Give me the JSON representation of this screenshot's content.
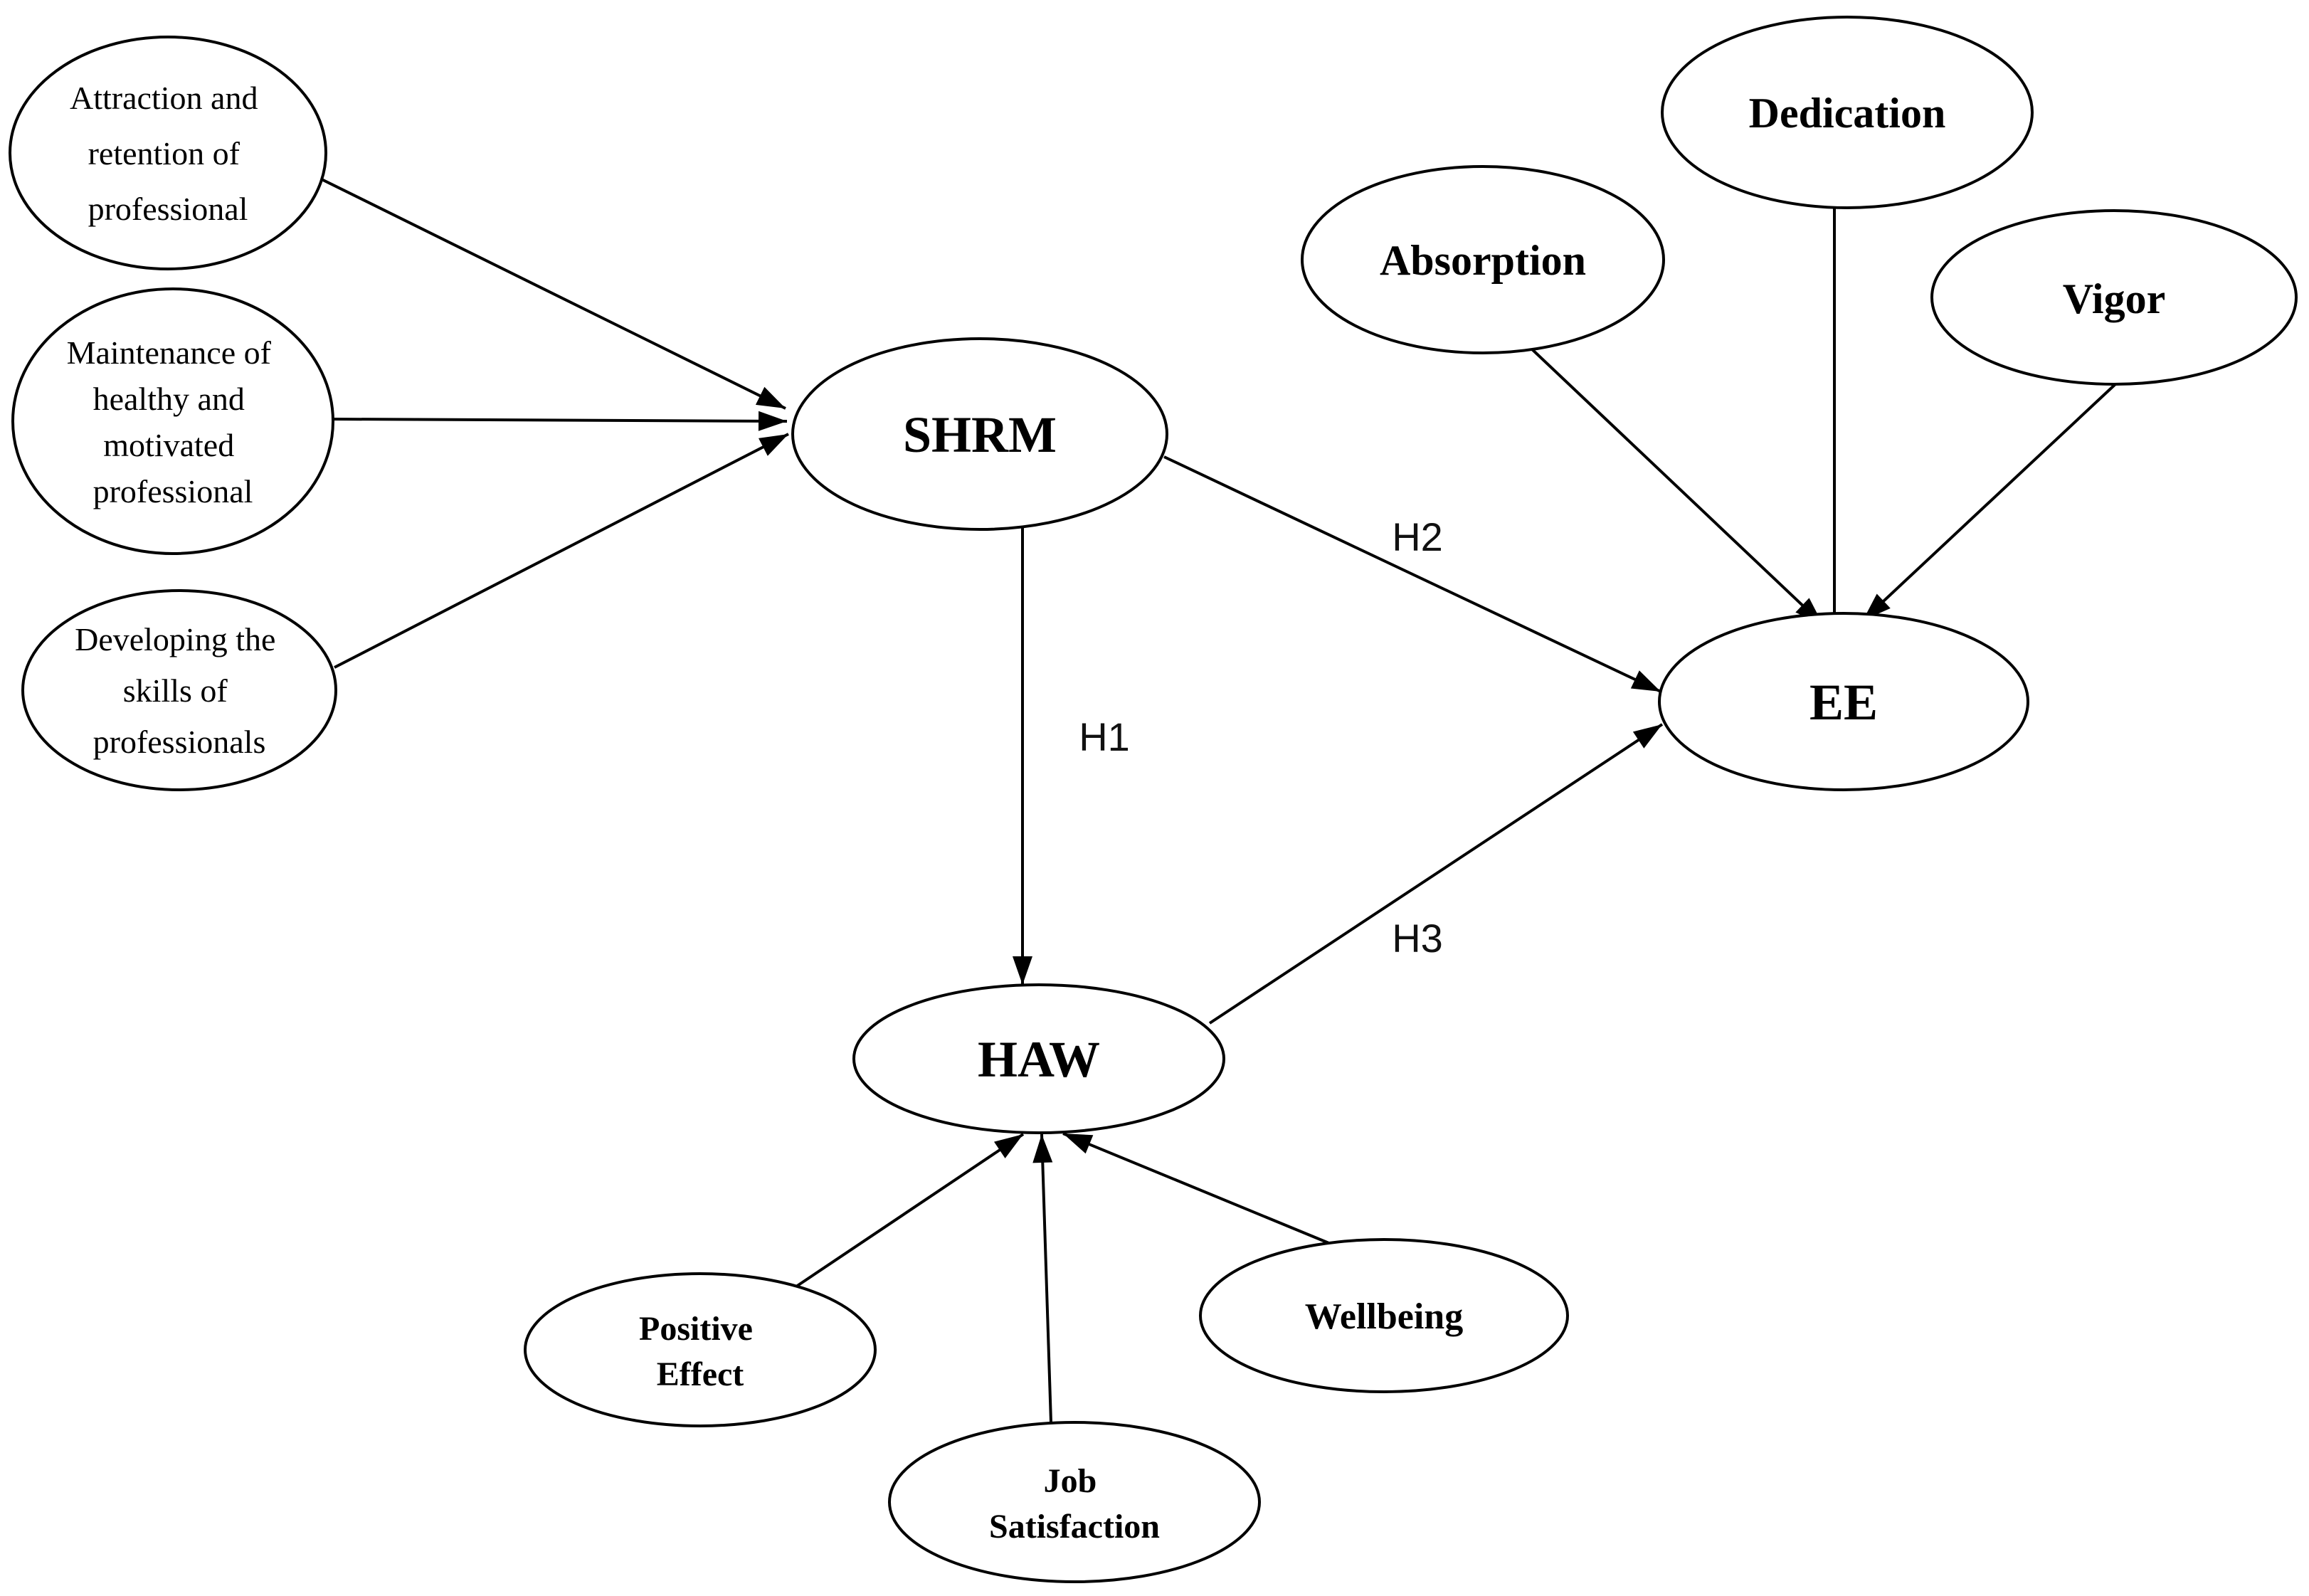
{
  "diagram": {
    "nodes": {
      "attraction": {
        "lines": [
          "Attraction and",
          "retention of",
          "professional"
        ]
      },
      "maintenance": {
        "lines": [
          "Maintenance of",
          "healthy and",
          "motivated",
          "professional"
        ]
      },
      "developing": {
        "lines": [
          "Developing the",
          "skills of",
          "professionals"
        ]
      },
      "shrm": {
        "label": "SHRM"
      },
      "dedication": {
        "label": "Dedication"
      },
      "absorption": {
        "label": "Absorption"
      },
      "vigor": {
        "label": "Vigor"
      },
      "ee": {
        "label": "EE"
      },
      "haw": {
        "label": "HAW"
      },
      "positive_effect": {
        "lines": [
          "Positive",
          "Effect"
        ]
      },
      "job_satisfaction": {
        "lines": [
          "Job",
          "Satisfaction"
        ]
      },
      "wellbeing": {
        "label": "Wellbeing"
      }
    },
    "edges": {
      "h1": {
        "label": "H1"
      },
      "h2": {
        "label": "H2"
      },
      "h3": {
        "label": "H3"
      }
    },
    "colors": {
      "stroke": "#000000",
      "node_fill": "#ffffff",
      "text": "#000000",
      "hypothesis_text": "#111111",
      "background": "#ffffff"
    }
  }
}
